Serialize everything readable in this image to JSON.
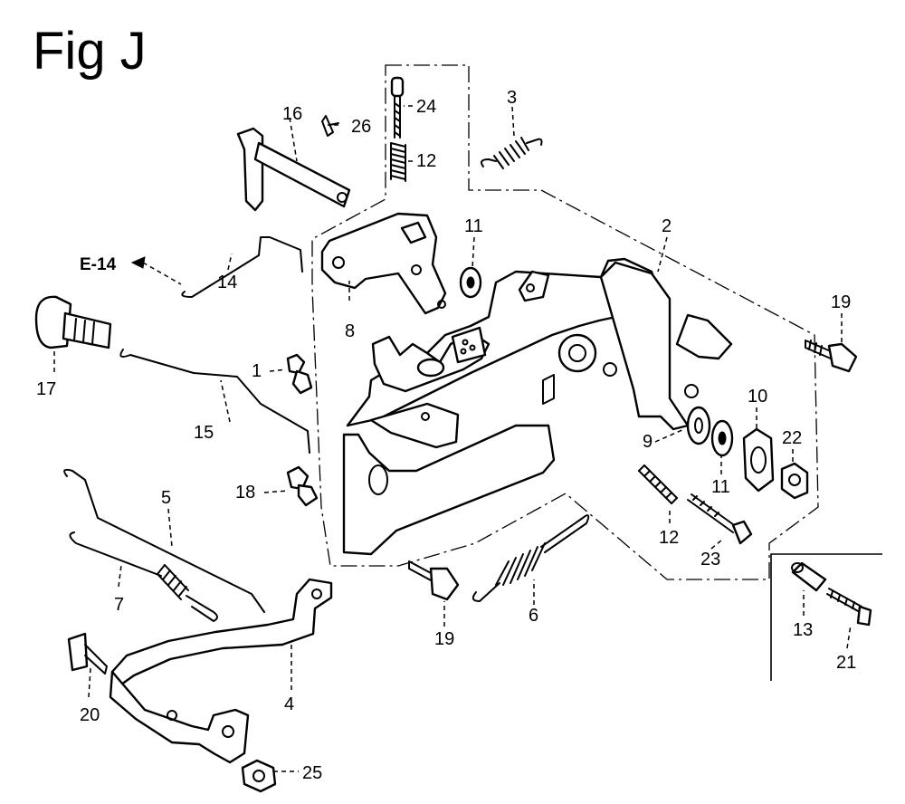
{
  "figure": {
    "title": "Fig J"
  },
  "reference": {
    "label": "E-14"
  },
  "callouts": {
    "p1": "1",
    "p2": "2",
    "p3": "3",
    "p4": "4",
    "p5": "5",
    "p6": "6",
    "p7": "7",
    "p8": "8",
    "p9": "9",
    "p10": "10",
    "p11a": "11",
    "p11b": "11",
    "p12a": "12",
    "p12b": "12",
    "p13": "13",
    "p14": "14",
    "p15": "15",
    "p16": "16",
    "p17": "17",
    "p18": "18",
    "p19a": "19",
    "p19b": "19",
    "p20": "20",
    "p21": "21",
    "p22": "22",
    "p23": "23",
    "p24": "24",
    "p25": "25",
    "p26": "26"
  }
}
